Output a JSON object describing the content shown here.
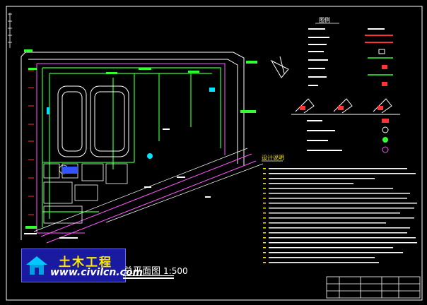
{
  "drawing": {
    "title_cn": "总平面图",
    "scale": "1:500",
    "legend_heading": "图例",
    "notes_heading": "设计说明"
  },
  "watermark": {
    "brand_cn": "土木工程",
    "url": "www.civilcn.com"
  },
  "colors": {
    "background": "#000000",
    "frame": "#ffffff",
    "road": "#ffffff",
    "site_boundary": "#ff55ff",
    "pipe_green": "#33ff33",
    "pipe_red": "#ff3333",
    "cyan": "#00e5ff",
    "brand_yellow": "#ffe800",
    "logo_bg": "#1a1aa0"
  }
}
